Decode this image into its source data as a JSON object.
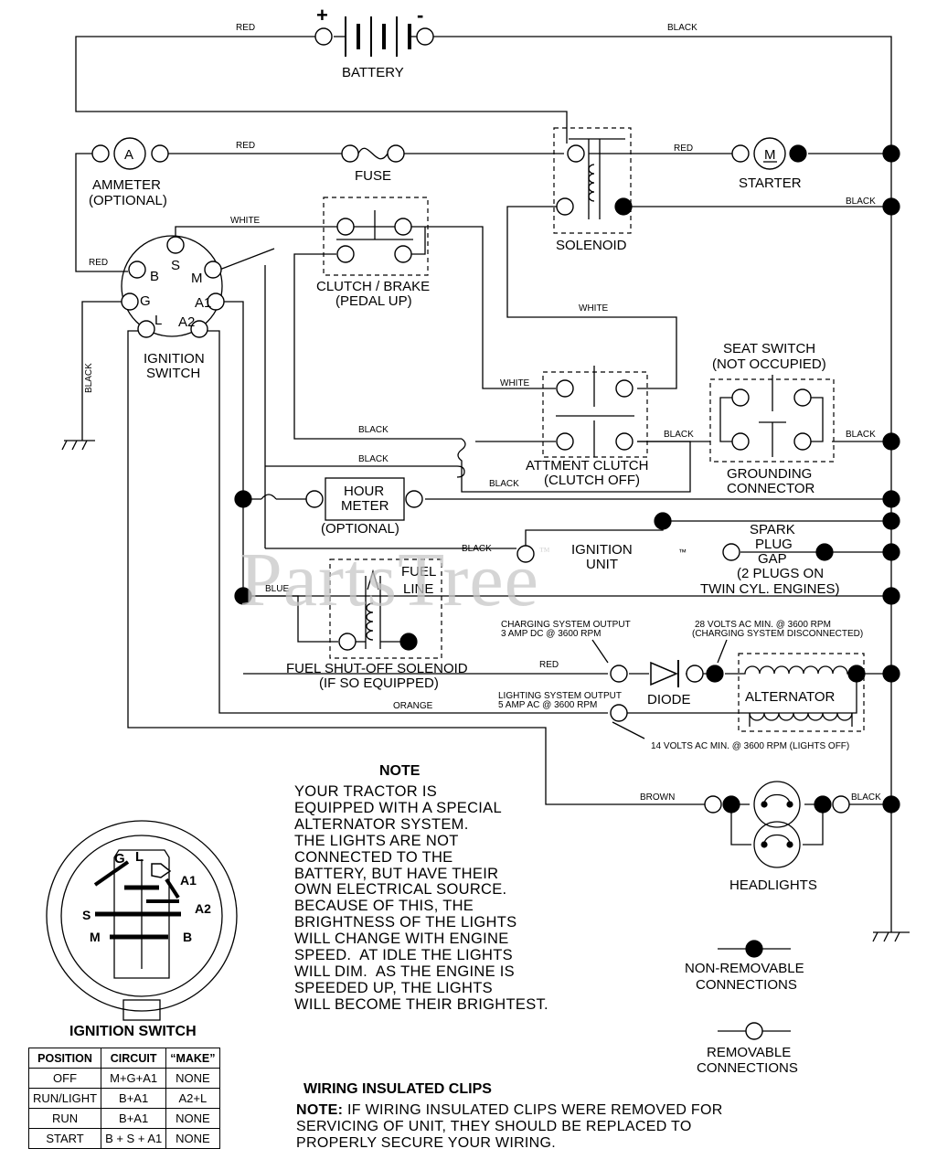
{
  "labels": {
    "battery": "BATTERY",
    "plus": "+",
    "minus": "-",
    "ammeter_symbol": "A",
    "ammeter": "AMMETER",
    "ammeter_optional": "(OPTIONAL)",
    "fuse": "FUSE",
    "starter_symbol": "M",
    "starter": "STARTER",
    "solenoid": "SOLENOID",
    "clutch_brake": "CLUTCH / BRAKE",
    "clutch_brake_sub": "(PEDAL UP)",
    "ignition_switch": "IGNITION",
    "ignition_switch_2": "SWITCH",
    "seat_switch": "SEAT SWITCH",
    "seat_switch_sub": "(NOT OCCUPIED)",
    "attment_clutch": "ATTMENT CLUTCH",
    "attment_clutch_sub": "(CLUTCH OFF)",
    "grounding": "GROUNDING",
    "grounding_2": "CONNECTOR",
    "hour_meter": "HOUR",
    "hour_meter_2": "METER",
    "hour_meter_optional": "(OPTIONAL)",
    "ignition_unit": "IGNITION",
    "ignition_unit_2": "UNIT",
    "spark_1": "SPARK",
    "spark_2": "PLUG",
    "spark_3": "GAP",
    "spark_4": "(2 PLUGS ON",
    "spark_5": "TWIN CYL. ENGINES)",
    "fuel_line": "FUEL",
    "fuel_line_2": "LINE",
    "fuel_solenoid": "FUEL SHUT-OFF SOLENOID",
    "fuel_solenoid_sub": "(IF SO EQUIPPED)",
    "diode": "DIODE",
    "alternator": "ALTERNATOR",
    "charging_1": "CHARGING SYSTEM OUTPUT",
    "charging_2": "3 AMP DC @ 3600 RPM",
    "volts28_1": "28 VOLTS AC MIN. @ 3600 RPM",
    "volts28_2": "(CHARGING SYSTEM DISCONNECTED)",
    "lighting_1": "LIGHTING SYSTEM OUTPUT",
    "lighting_2": "5 AMP AC @ 3600 RPM",
    "volts14": "14 VOLTS AC MIN. @ 3600 RPM (LIGHTS OFF)",
    "headlights": "HEADLIGHTS",
    "non_removable": "NON-REMOVABLE",
    "non_removable_2": "CONNECTIONS",
    "removable": "REMOVABLE",
    "removable_2": "CONNECTIONS",
    "switch_diagram_title": "IGNITION SWITCH",
    "tm": "™"
  },
  "terminals": {
    "B": "B",
    "S": "S",
    "M": "M",
    "G": "G",
    "L": "L",
    "A1": "A1",
    "A2": "A2"
  },
  "wire_colors": {
    "red": "RED",
    "black": "BLACK",
    "white": "WHITE",
    "blue": "BLUE",
    "orange": "ORANGE",
    "brown": "BROWN"
  },
  "note": {
    "title": "NOTE",
    "text": "YOUR TRACTOR IS\nEQUIPPED WITH A SPECIAL\nALTERNATOR SYSTEM.\nTHE LIGHTS ARE NOT\nCONNECTED TO THE\nBATTERY, BUT HAVE THEIR\nOWN ELECTRICAL SOURCE.\nBECAUSE OF THIS, THE\nBRIGHTNESS OF THE LIGHTS\nWILL CHANGE WITH ENGINE\nSPEED.  AT IDLE THE LIGHTS\nWILL DIM.  AS THE ENGINE IS\nSPEEDED UP, THE LIGHTS\nWILL BECOME THEIR BRIGHTEST."
  },
  "clips": {
    "title": "WIRING INSULATED CLIPS",
    "note_label": "NOTE:",
    "text": " IF WIRING INSULATED CLIPS WERE REMOVED FOR SERVICING OF UNIT, THEY SHOULD BE REPLACED TO PROPERLY SECURE YOUR WIRING."
  },
  "switch_table": {
    "headers": [
      "POSITION",
      "CIRCUIT",
      "“MAKE”"
    ],
    "rows": [
      [
        "OFF",
        "M+G+A1",
        "NONE"
      ],
      [
        "RUN/LIGHT",
        "B+A1",
        "A2+L"
      ],
      [
        "RUN",
        "B+A1",
        "NONE"
      ],
      [
        "START",
        "B + S + A1",
        "NONE"
      ]
    ]
  },
  "watermark": "PartsTree"
}
